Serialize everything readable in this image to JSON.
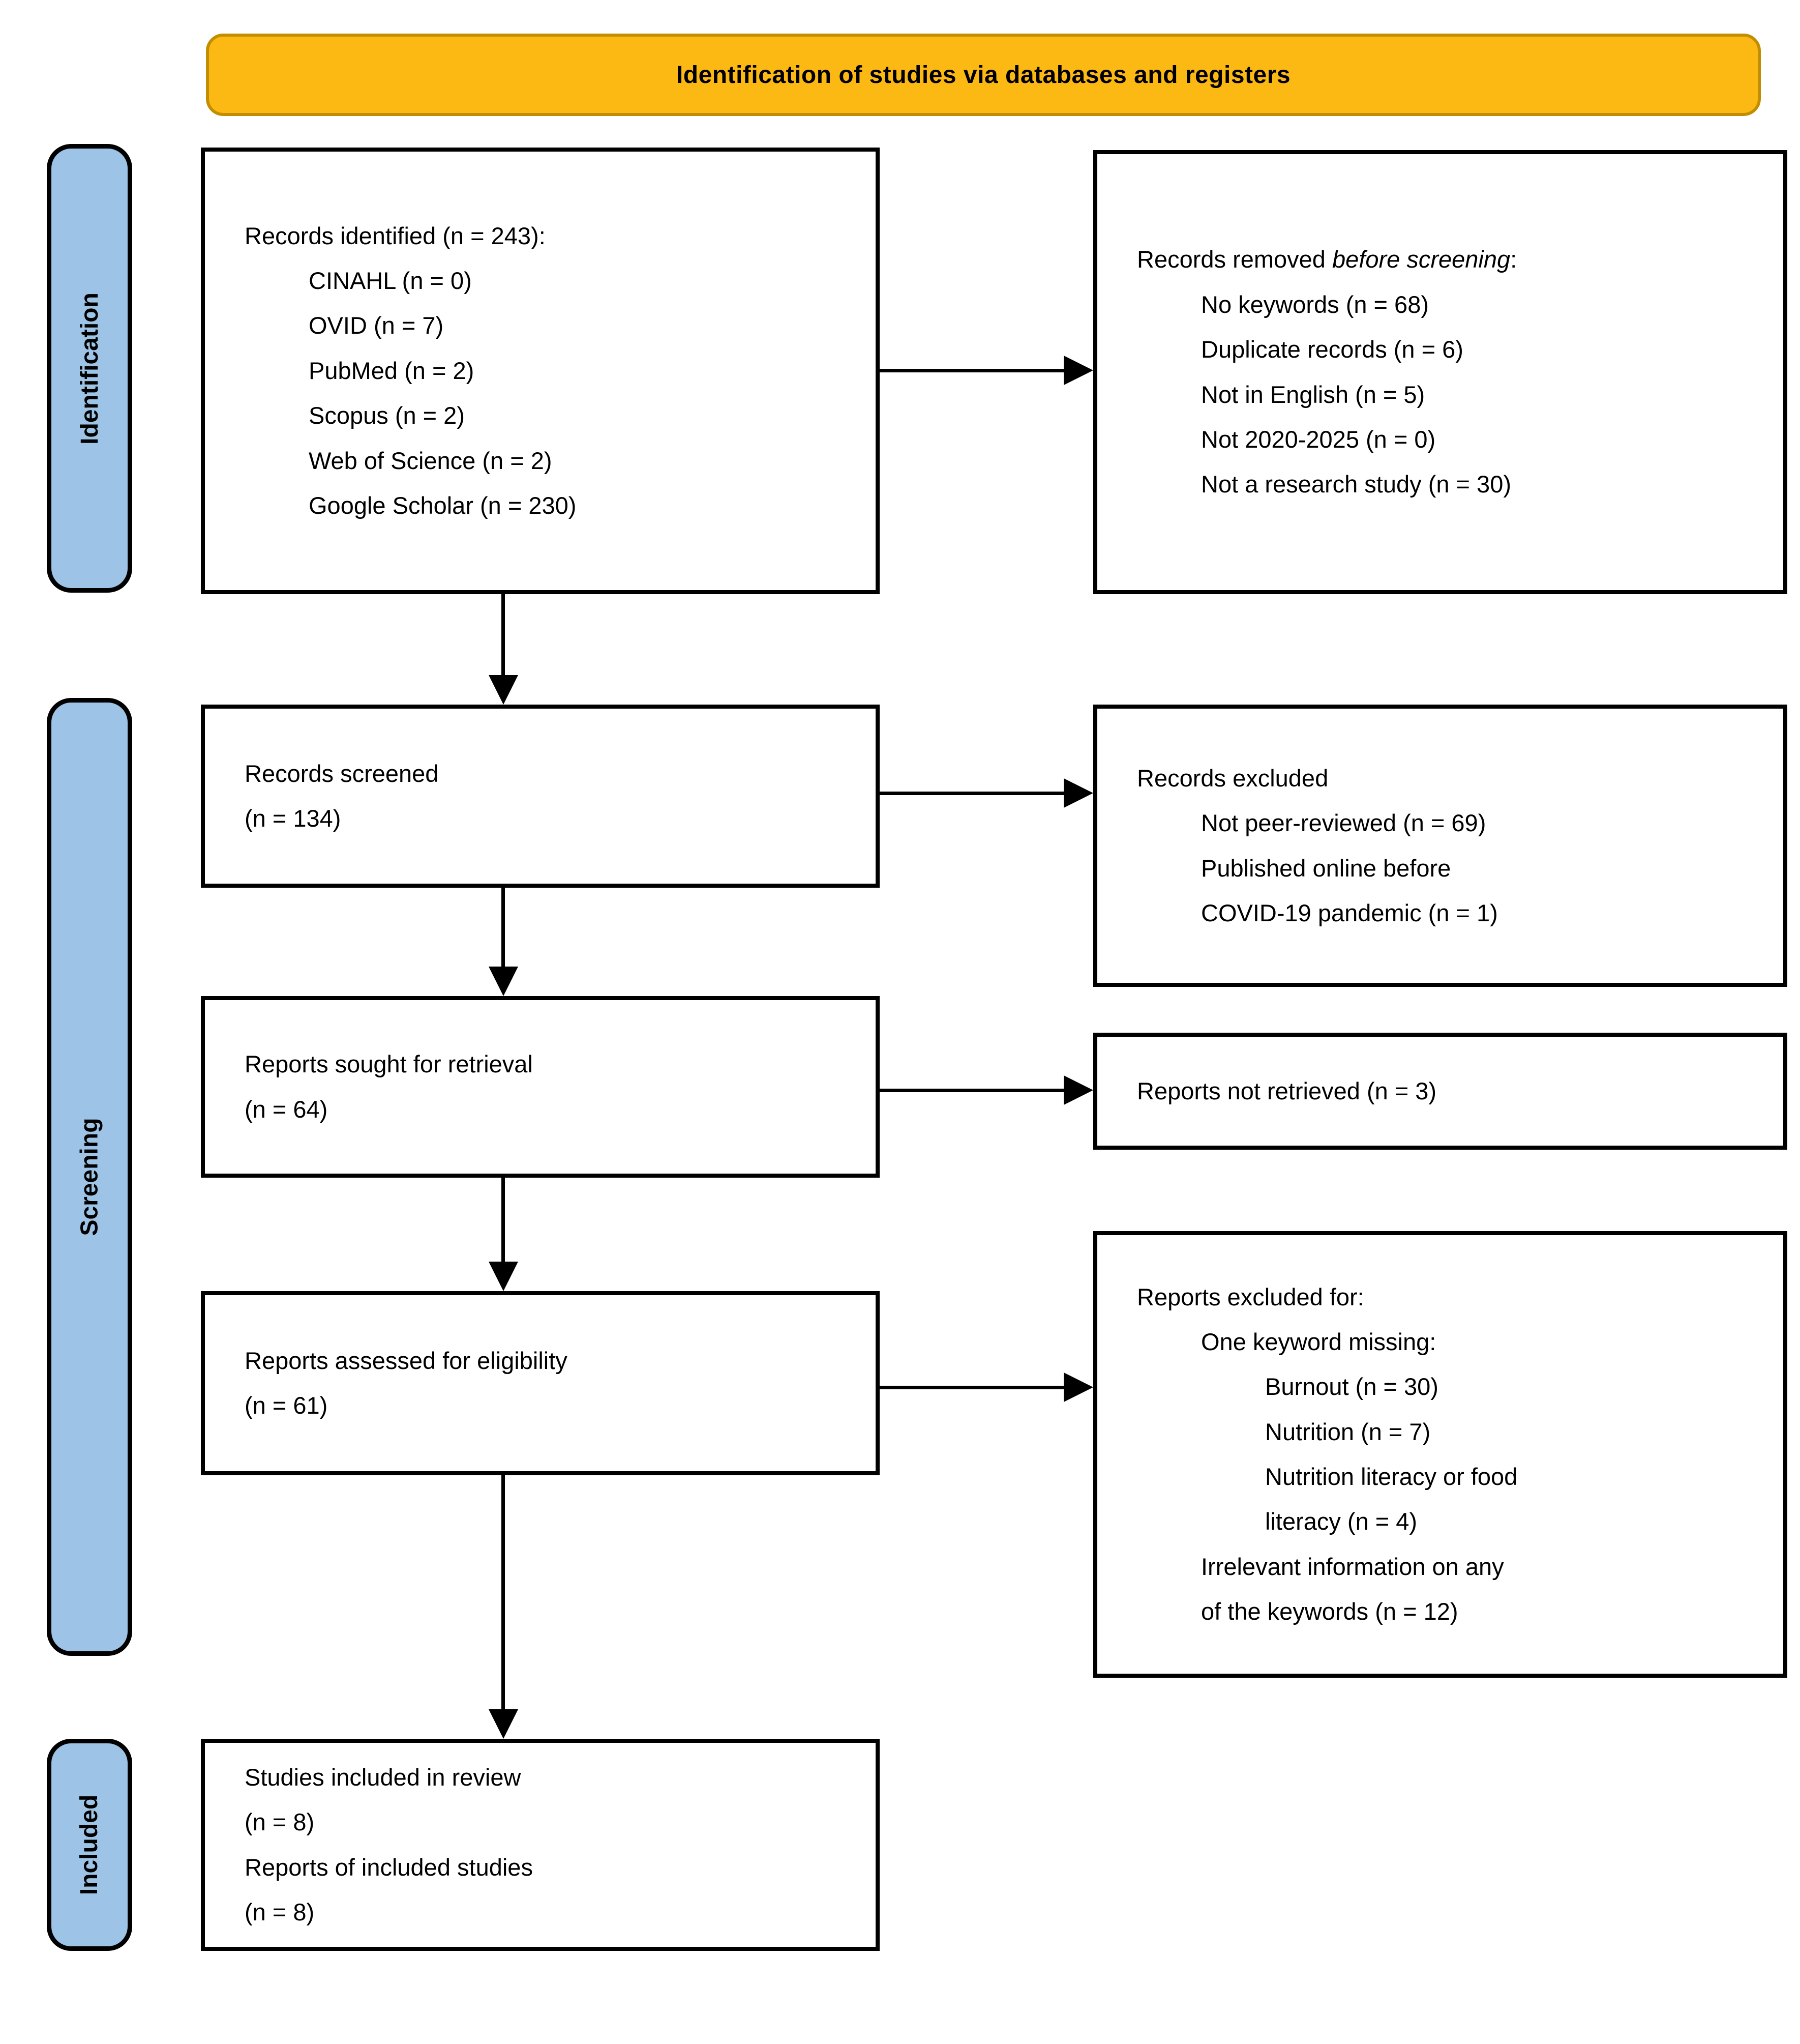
{
  "colors": {
    "page_bg": "#FFFFFF",
    "banner_bg": "#FCB813",
    "banner_border": "#C28E00",
    "stage_bg": "#9DC3E6",
    "stage_border": "#000000",
    "box_border": "#000000",
    "arrow": "#000000"
  },
  "banner": {
    "title": "Identification of studies via databases and registers"
  },
  "stages": {
    "identification": "Identification",
    "screening": "Screening",
    "included": "Included"
  },
  "boxes": {
    "records_identified": {
      "title": "Records identified (n = 243):",
      "items": [
        "CINAHL (n = 0)",
        "OVID (n = 7)",
        "PubMed (n = 2)",
        "Scopus (n = 2)",
        "Web of Science (n = 2)",
        "Google Scholar (n = 230)"
      ]
    },
    "records_removed": {
      "title_prefix": "Records removed ",
      "title_italic": "before screening",
      "title_suffix": ":",
      "items": [
        "No keywords (n = 68)",
        "Duplicate records (n = 6)",
        "Not in English (n = 5)",
        "Not 2020-2025 (n = 0)",
        "Not a research study (n = 30)"
      ]
    },
    "records_screened": {
      "line1": "Records screened",
      "line2": "(n = 134)"
    },
    "records_excluded": {
      "title": "Records excluded",
      "items": [
        "Not peer-reviewed (n = 69)",
        "Published online before",
        "COVID-19 pandemic (n = 1)"
      ]
    },
    "reports_sought": {
      "line1": "Reports sought for retrieval",
      "line2": "(n = 64)"
    },
    "reports_not_retrieved": {
      "line1": "Reports not retrieved (n = 3)"
    },
    "reports_assessed": {
      "line1": "Reports assessed for eligibility",
      "line2": "(n = 61)"
    },
    "reports_excluded": {
      "lines": [
        {
          "text": "Reports excluded for:"
        },
        {
          "text": "One keyword missing:"
        },
        {
          "text": "Burnout (n = 30)"
        },
        {
          "text": "Nutrition (n = 7)"
        },
        {
          "text": "Nutrition literacy or food"
        },
        {
          "text": "literacy (n = 4)"
        },
        {
          "text": "Irrelevant information on any"
        },
        {
          "text": "of the keywords (n = 12)"
        }
      ]
    },
    "studies_included": {
      "lines": [
        "Studies included in review",
        "(n = 8)",
        "Reports of included studies",
        "(n = 8)"
      ]
    }
  }
}
